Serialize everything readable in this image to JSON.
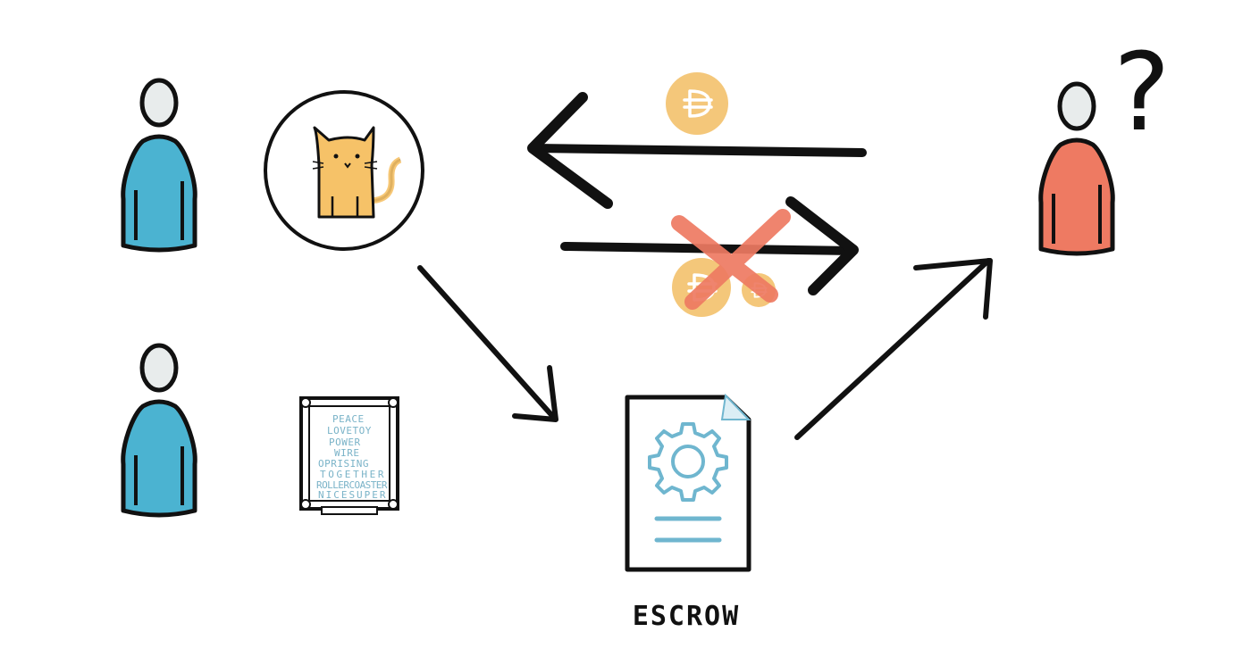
{
  "diagram": {
    "escrow_label": "ESCROW",
    "question_mark": "?",
    "colors": {
      "seller_body": "#4bb3d1",
      "buyer_body": "#ee7a62",
      "head_fill": "#e8ecec",
      "coin_fill": "#f4c77a",
      "coin_symbol": "#ffffff",
      "cross": "#ee7a62",
      "cat_fill": "#f6c268",
      "gear": "#6fb6cf",
      "ink": "#111111"
    },
    "nft_art_words": [
      "PEACE",
      "LOVETOY",
      "POWER",
      "WIRE",
      "OPRISING",
      "TOGETHER",
      "ROLLERCOASTER",
      "NICESUPER"
    ],
    "icons": [
      "person-icon",
      "cat-nft-icon",
      "framed-art-nft-icon",
      "dai-coin-icon",
      "cross-icon",
      "escrow-contract-icon",
      "gear-icon"
    ]
  }
}
